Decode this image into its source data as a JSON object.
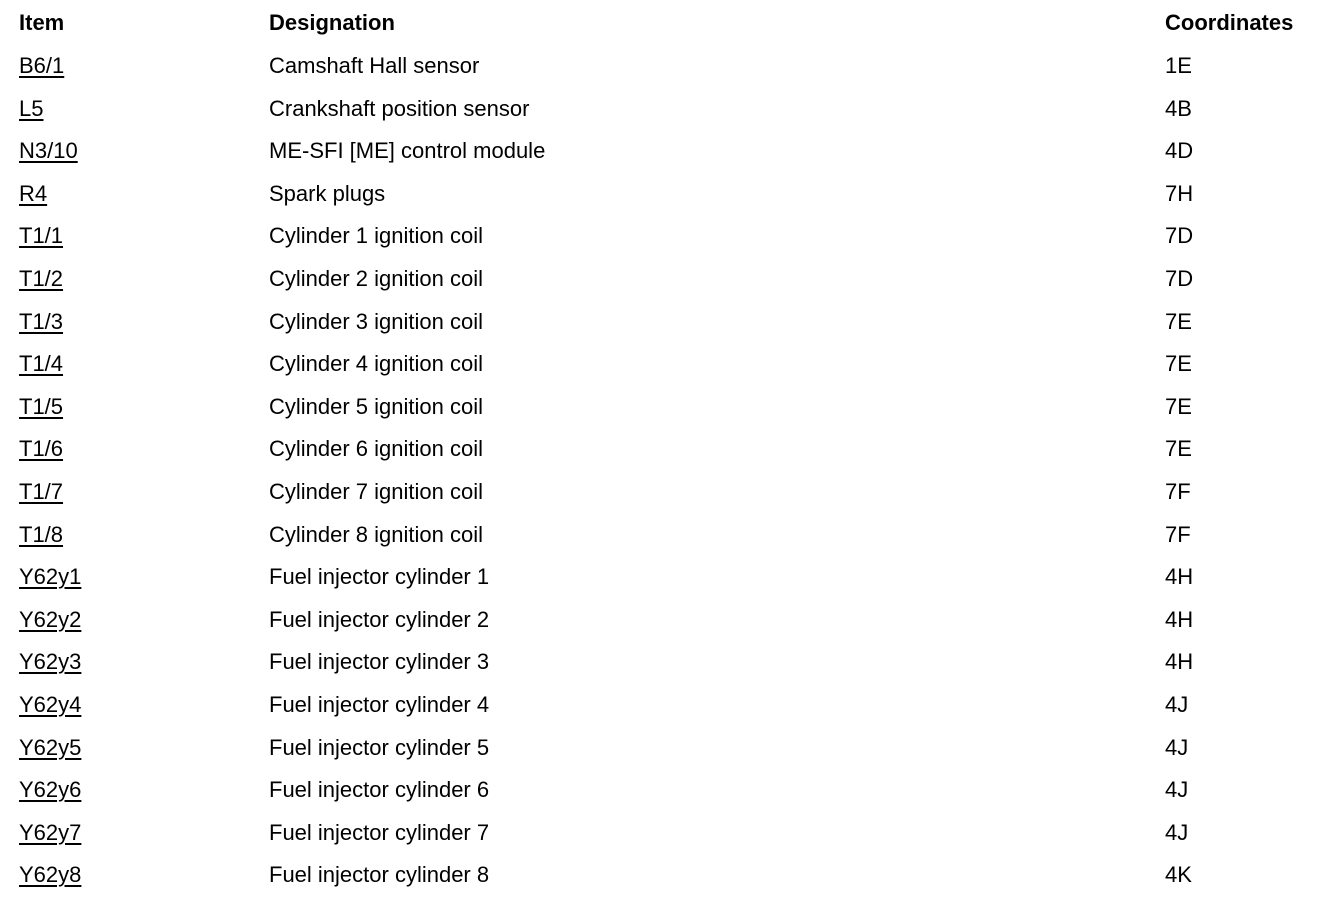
{
  "table": {
    "headers": {
      "item": "Item",
      "designation": "Designation",
      "coordinates": "Coordinates"
    },
    "rows": [
      {
        "item": "B6/1",
        "designation": "Camshaft Hall sensor",
        "coordinates": "1E"
      },
      {
        "item": "L5",
        "designation": "Crankshaft position sensor",
        "coordinates": "4B"
      },
      {
        "item": "N3/10",
        "designation": "ME-SFI [ME] control module",
        "coordinates": "4D"
      },
      {
        "item": "R4",
        "designation": "Spark plugs",
        "coordinates": "7H"
      },
      {
        "item": "T1/1",
        "designation": "Cylinder 1 ignition coil",
        "coordinates": "7D"
      },
      {
        "item": "T1/2",
        "designation": "Cylinder 2 ignition coil",
        "coordinates": "7D"
      },
      {
        "item": "T1/3",
        "designation": "Cylinder 3 ignition coil",
        "coordinates": "7E"
      },
      {
        "item": "T1/4",
        "designation": "Cylinder 4 ignition coil",
        "coordinates": "7E"
      },
      {
        "item": "T1/5",
        "designation": "Cylinder 5 ignition coil",
        "coordinates": "7E"
      },
      {
        "item": "T1/6",
        "designation": "Cylinder 6 ignition coil",
        "coordinates": "7E"
      },
      {
        "item": "T1/7",
        "designation": "Cylinder 7 ignition coil",
        "coordinates": "7F"
      },
      {
        "item": "T1/8",
        "designation": "Cylinder 8 ignition coil",
        "coordinates": "7F"
      },
      {
        "item": "Y62y1",
        "designation": "Fuel injector cylinder 1",
        "coordinates": "4H"
      },
      {
        "item": "Y62y2",
        "designation": "Fuel injector cylinder 2",
        "coordinates": "4H"
      },
      {
        "item": "Y62y3",
        "designation": "Fuel injector cylinder 3",
        "coordinates": "4H"
      },
      {
        "item": "Y62y4",
        "designation": "Fuel injector cylinder 4",
        "coordinates": "4J"
      },
      {
        "item": "Y62y5",
        "designation": "Fuel injector cylinder 5",
        "coordinates": "4J"
      },
      {
        "item": "Y62y6",
        "designation": "Fuel injector cylinder 6",
        "coordinates": "4J"
      },
      {
        "item": "Y62y7",
        "designation": "Fuel injector cylinder 7",
        "coordinates": "4J"
      },
      {
        "item": "Y62y8",
        "designation": "Fuel injector cylinder 8",
        "coordinates": "4K"
      }
    ]
  }
}
